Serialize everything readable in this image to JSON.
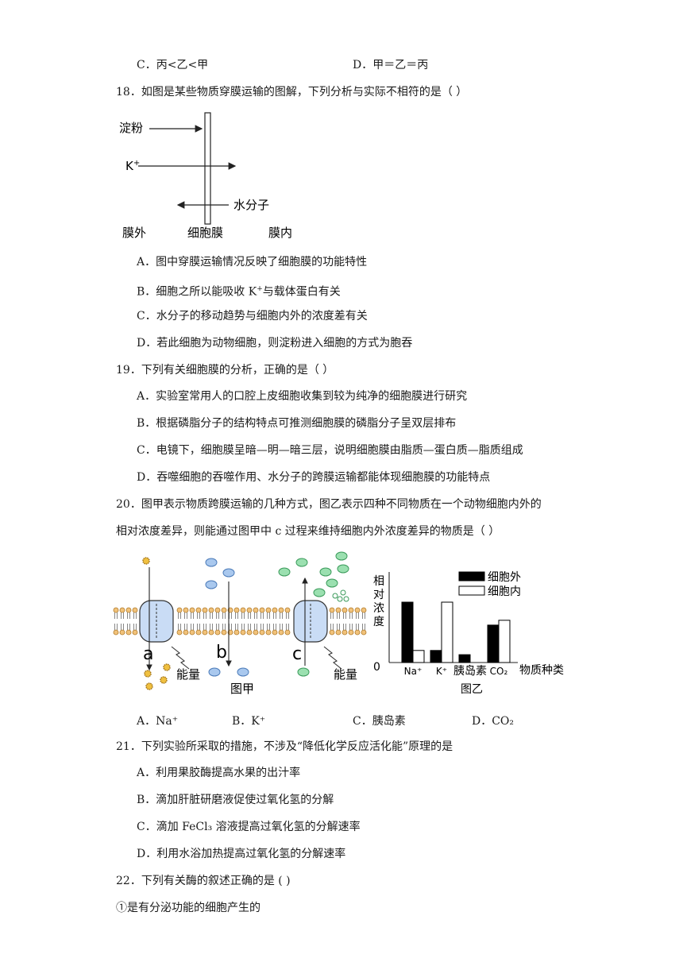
{
  "top_options": {
    "c": "C．丙<乙<甲",
    "d": "D．甲＝乙＝丙"
  },
  "q18": {
    "stem": "18．如图是某些物质穿膜运输的图解，下列分析与实际不相符的是（    ）",
    "figure": {
      "starch": "淀粉",
      "k_base": "K",
      "k_sup": "+",
      "water": "水分子",
      "outside": "膜外",
      "membrane": "细胞膜",
      "inside": "膜内"
    },
    "options": {
      "a": "A．图中穿膜运输情况反映了细胞膜的功能特性",
      "b_pre": "B．细胞之所以能吸收 K",
      "b_sup": "+",
      "b_post": "与载体蛋白有关",
      "c": "C．水分子的移动趋势与细胞内外的浓度差有关",
      "d": "D．若此细胞为动物细胞，则淀粉进入细胞的方式为胞吞"
    }
  },
  "q19": {
    "stem": "19．下列有关细胞膜的分析，正确的是（    ）",
    "options": {
      "a": "A．实验室常用人的口腔上皮细胞收集到较为纯净的细胞膜进行研究",
      "b": "B．根据磷脂分子的结构特点可推测细胞膜的磷脂分子呈双层排布",
      "c": "C．电镜下，细胞膜呈暗—明—暗三层，说明细胞膜由脂质—蛋白质—脂质组成",
      "d": "D．吞噬细胞的吞噬作用、水分子的跨膜运输都能体现细胞膜的功能特点"
    }
  },
  "q20": {
    "stem_line1": "20．图甲表示物质跨膜运输的几种方式，图乙表示四种不同物质在一个动物细胞内外的",
    "stem_line2": "相对浓度差异，则能通过图甲中 c 过程来维持细胞内外浓度差异的物质是（    ）",
    "figure_jia": {
      "label_a": "a",
      "label_b": "b",
      "label_c": "c",
      "energy_a": "能量",
      "energy_c": "能量",
      "caption": "图甲"
    },
    "chart_caption": "图乙",
    "options": {
      "a": "A．Na⁺",
      "b": "B．K⁺",
      "c": "C．胰岛素",
      "d": "D．CO₂"
    }
  },
  "chart_data": {
    "type": "bar",
    "ylabel": "相对浓度",
    "xlabel": "物质种类",
    "origin_label": "0",
    "categories": [
      "Na⁺",
      "K⁺",
      "胰岛素",
      "CO₂"
    ],
    "series": [
      {
        "name": "细胞外",
        "color": "#000000",
        "values": [
          1.0,
          0.2,
          0.13,
          0.62
        ]
      },
      {
        "name": "细胞内",
        "color": "#ffffff",
        "values": [
          0.2,
          1.0,
          0,
          0.7
        ]
      }
    ],
    "ylim": [
      0,
      1.5
    ],
    "legend_position": "top-right",
    "grid": false
  },
  "q21": {
    "stem": "21．下列实验所采取的措施，不涉及“降低化学反应活化能”原理的是",
    "options": {
      "a": "A．利用果胶酶提高水果的出汁率",
      "b": "B．滴加肝脏研磨液促使过氧化氢的分解",
      "c": "C．滴加 FeCl₃ 溶液提高过氧化氢的分解速率",
      "d": "D．利用水浴加热提高过氧化氢的分解速率"
    }
  },
  "q22": {
    "stem": "22．下列有关酶的叙述正确的是    (        )",
    "item1": "①是有分泌功能的细胞产生的"
  }
}
